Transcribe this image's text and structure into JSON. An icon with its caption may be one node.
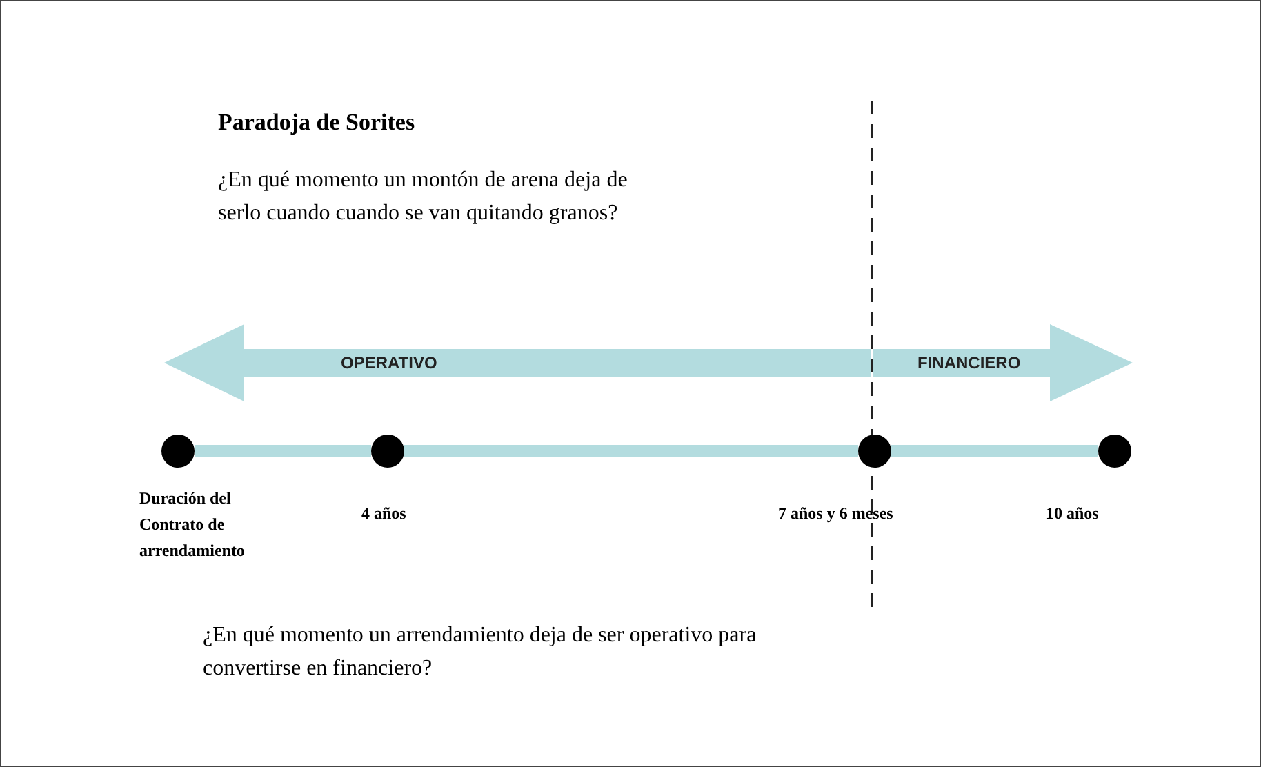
{
  "diagram": {
    "title": "Paradoja de Sorites",
    "nodes": [
      {
        "text": [],
        "shape": "circle",
        "beside": [
          "Duración del Contrato de arrendamiento"
        ]
      },
      {
        "text": [],
        "shape": "circle",
        "beside": [
          "4 años"
        ]
      },
      {
        "text": [],
        "shape": "circle",
        "beside": [
          "7 años y 6 meses"
        ]
      },
      {
        "text": [],
        "shape": "circle",
        "beside": [
          "10 años"
        ]
      },
      {
        "text": [
          "OPERATIVO"
        ]
      },
      {
        "text": [
          "FINANCIERO"
        ]
      }
    ],
    "edges": [
      {
        "from": 0,
        "to": 1,
        "arrow": "none"
      },
      {
        "from": 1,
        "to": 2,
        "arrow": "none"
      },
      {
        "from": 2,
        "to": 3,
        "arrow": "none"
      }
    ],
    "labels": [
      "¿En qué momento un montón de arena deja de serlo cuando cuando se van quitando granos?",
      "¿En qué momento un arrendamiento deja de ser operativo para convertirse en financiero?"
    ]
  }
}
